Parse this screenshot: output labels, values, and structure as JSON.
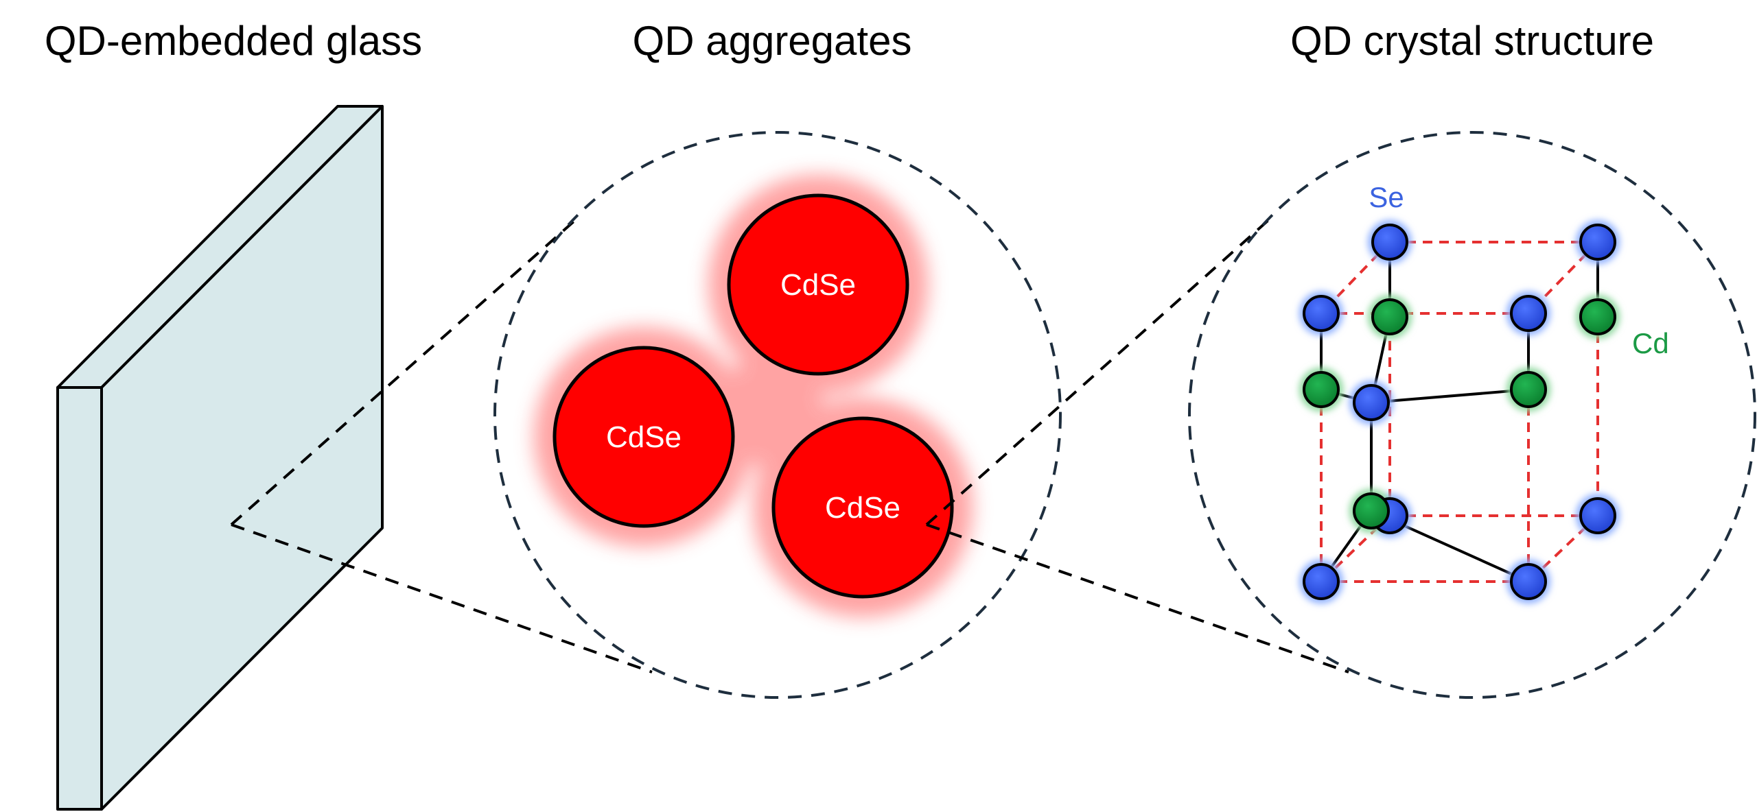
{
  "titles": {
    "glass": "QD-embedded glass",
    "aggregates": "QD aggregates",
    "crystal": "QD crystal structure"
  },
  "quantum_dots": [
    {
      "label": "CdSe"
    },
    {
      "label": "CdSe"
    },
    {
      "label": "CdSe"
    }
  ],
  "atoms": {
    "se_label": "Se",
    "cd_label": "Cd"
  },
  "colors": {
    "glass_fill": "#d8e9eb",
    "qd_red": "#ff0000",
    "qd_glow": "#ff9a9a",
    "se_blue": "#2f55e8",
    "cd_green": "#0f9f3c",
    "se_label": "#3b63e0",
    "cd_label": "#1b9a45",
    "cell_dash": "#e53030",
    "zoom_circle": "#1e2e3e"
  }
}
